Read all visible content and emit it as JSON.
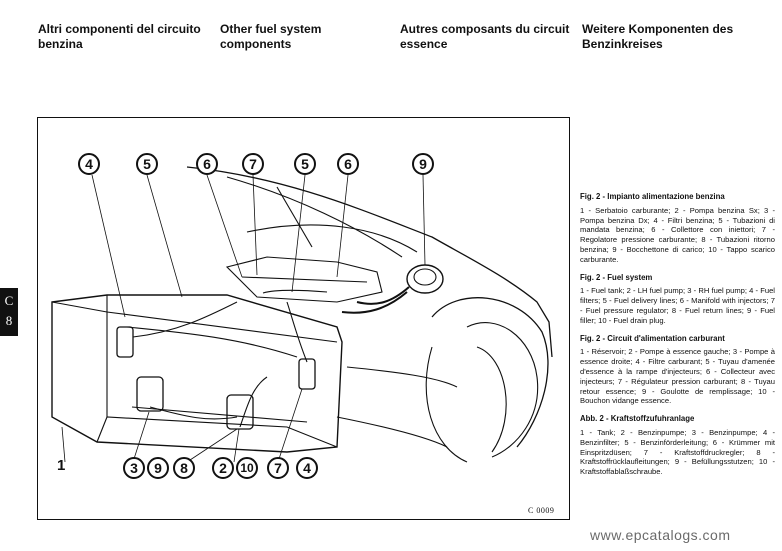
{
  "headers": {
    "it": "Altri componenti del circuito benzina",
    "en": "Other fuel system components",
    "fr": "Autres composants du circuit essence",
    "de": "Weitere Komponenten des Benzinkreises"
  },
  "side_tab": {
    "letter": "C",
    "number": "8"
  },
  "figure": {
    "code": "C 0009",
    "top_callouts": [
      "4",
      "5",
      "6",
      "7",
      "5",
      "6",
      "9"
    ],
    "bottom_numbers": [
      "1",
      "3",
      "9",
      "8",
      "2",
      "10",
      "7",
      "4"
    ]
  },
  "captions": [
    {
      "title": "Fig. 2 - Impianto alimentazione benzina",
      "text": "1 - Serbatoio carburante; 2 - Pompa benzina Sx; 3 - Pompa benzina Dx; 4 - Filtri benzina; 5 - Tubazioni di mandata benzina; 6 - Collettore con iniettori; 7 - Regolatore pressione carburante; 8 - Tubazioni ritorno benzina; 9 - Bocchettone di carico; 10 - Tappo scarico carburante."
    },
    {
      "title": "Fig. 2 - Fuel system",
      "text": "1 - Fuel tank; 2 - LH fuel pump; 3 - RH fuel pump; 4 - Fuel filters; 5 - Fuel delivery lines; 6 - Manifold with injectors; 7 - Fuel pressure regulator; 8 - Fuel return lines; 9 - Fuel filler; 10 - Fuel drain plug."
    },
    {
      "title": "Fig. 2 - Circuit d'alimentation carburant",
      "text": "1 - Réservoir; 2 - Pompe à essence gauche; 3 - Pompe à essence droite; 4 - Filtre carburant; 5 - Tuyau d'amenée d'essence à la rampe d'injecteurs; 6 - Collecteur avec injecteurs; 7 - Régulateur pression carburant; 8 - Tuyau retour essence; 9 - Goulotte de remplissage; 10 - Bouchon vidange essence."
    },
    {
      "title": "Abb. 2 - Kraftstoffzufuhranlage",
      "text": "1 - Tank; 2 - Benzinpumpe; 3 - Benzinpumpe; 4 - Benzinfilter; 5 - Benzinförderleitung; 6 - Krümmer mit Einspritzdüsen; 7 - Kraftstoffdruckregler; 8 - Kraftstoffrücklaufleitungen; 9 - Befüllungsstutzen; 10 - Kraftstoffablaßschraube."
    }
  ],
  "footer": {
    "url": "www.epcatalogs.com"
  }
}
